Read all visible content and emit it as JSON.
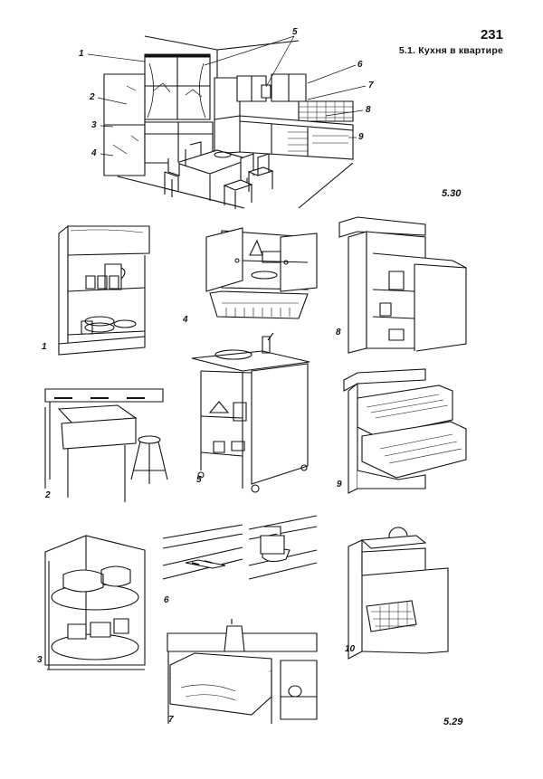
{
  "header": {
    "page_number": "231",
    "section_title": "5.1. Кухня в квартире"
  },
  "figures": {
    "main": {
      "label": "5.30",
      "callouts": [
        "1",
        "2",
        "3",
        "4",
        "5",
        "6",
        "7",
        "8",
        "9"
      ]
    },
    "details": {
      "label": "5.29",
      "items": [
        "1",
        "2",
        "3",
        "4",
        "5",
        "6",
        "7",
        "8",
        "9",
        "10"
      ]
    }
  }
}
